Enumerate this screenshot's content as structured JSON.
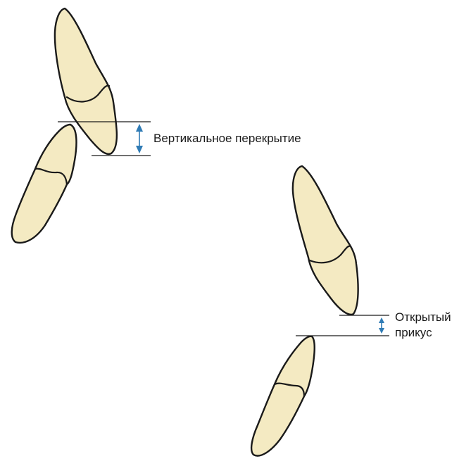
{
  "colors": {
    "tooth_fill": "#f4eac2",
    "arrow": "#2f7bb5",
    "outline": "#1a1a1a"
  },
  "labels": {
    "vertical_overlap": "Вертикальное перекрытие",
    "open_bite_line1": "Открытый",
    "open_bite_line2": "прикус"
  }
}
